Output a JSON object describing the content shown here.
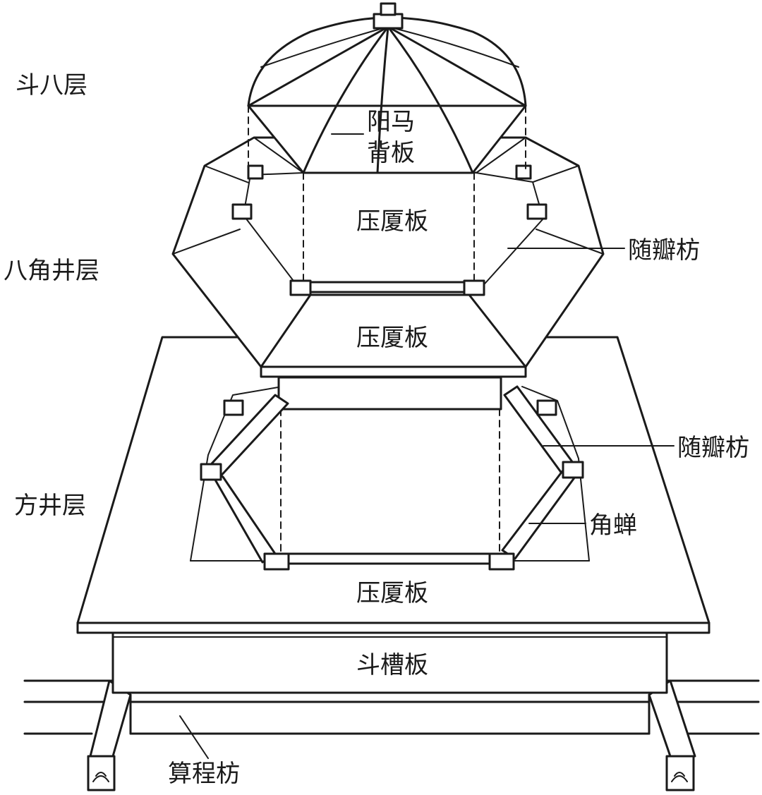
{
  "layers": {
    "dou_ba": "斗八层",
    "ba_jiao_jing": "八角井层",
    "fang_jing": "方井层"
  },
  "parts": {
    "yang_ma_line1": "阳马",
    "yang_ma_line2": "背板",
    "ya_xia_ban_top": "压厦板",
    "ya_xia_ban_mid": "压厦板",
    "ya_xia_ban_bottom": "压厦板",
    "sui_ban_fang_upper": "随瓣枋",
    "sui_ban_fang_lower": "随瓣枋",
    "jiao_chan": "角蝉",
    "dou_cao_ban": "斗槽板",
    "suan_cheng_fang": "算程枋"
  },
  "colors": {
    "ink": "#1a1a1a",
    "paper": "#ffffff"
  }
}
